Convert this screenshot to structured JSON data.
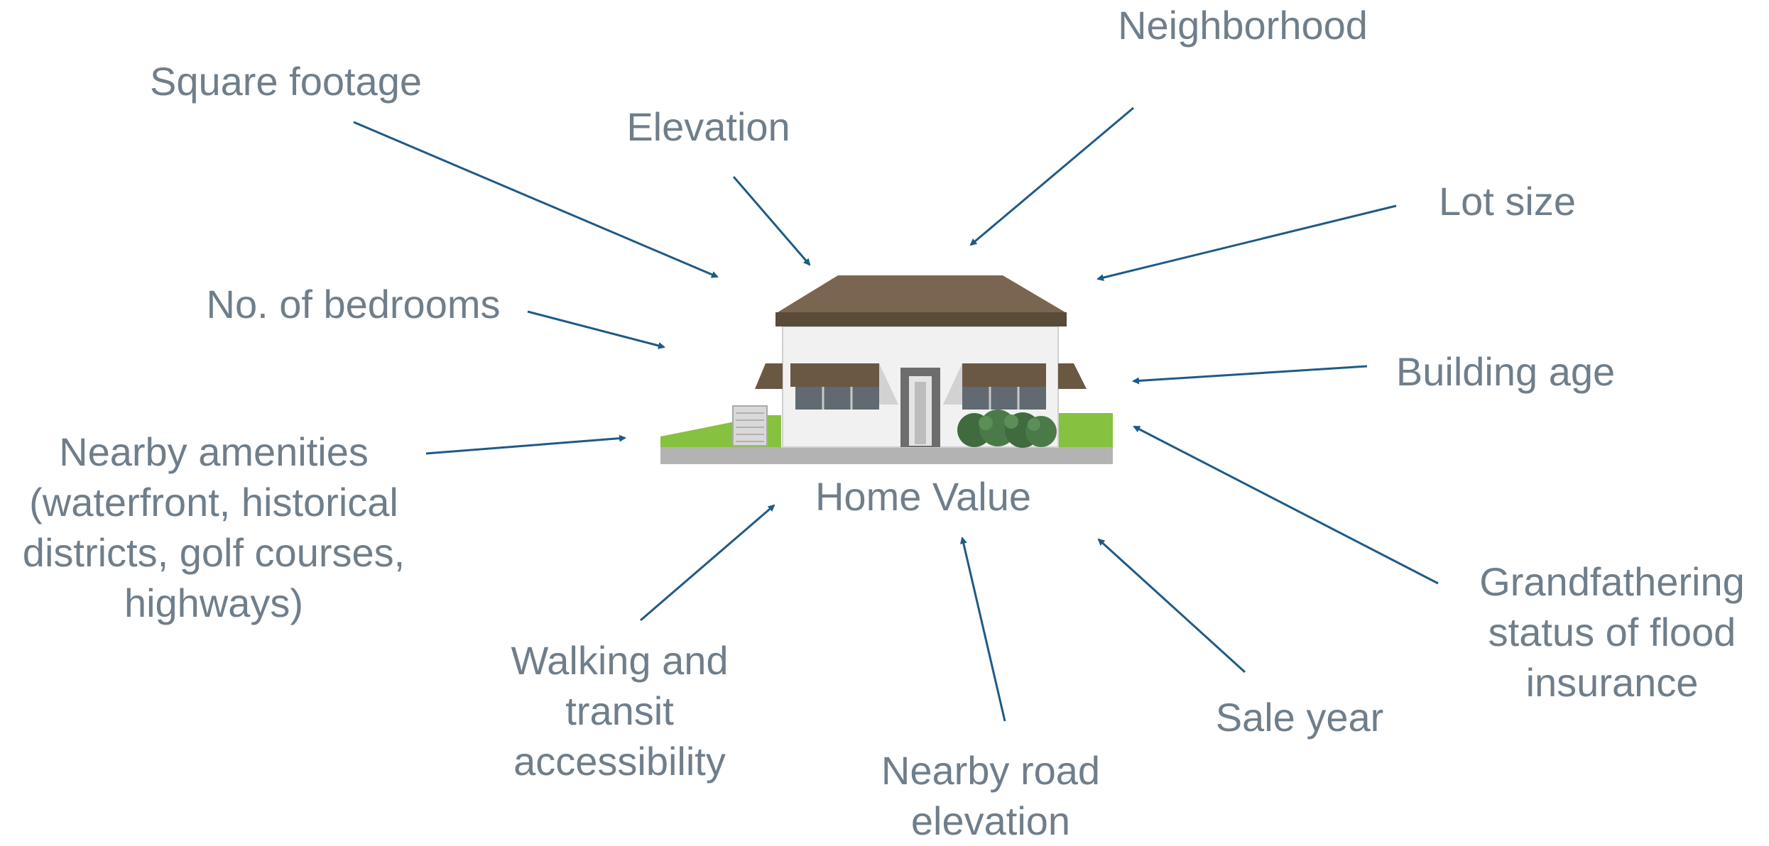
{
  "center_label": "Home Value",
  "factors": {
    "square_footage": "Square footage",
    "elevation": "Elevation",
    "neighborhood": "Neighborhood",
    "lot_size": "Lot size",
    "bedrooms": "No. of bedrooms",
    "building_age": "Building age",
    "amenities": "Nearby amenities\n(waterfront, historical\ndistricts, golf courses,\nhighways)",
    "grandfathering": "Grandfathering\nstatus of flood\ninsurance",
    "walking": "Walking and\ntransit\naccessibility",
    "road_elevation": "Nearby road\nelevation",
    "sale_year": "Sale year"
  },
  "colors": {
    "arrow": "#1f5a85",
    "text": "#6f7e8a",
    "roof": "#7a6650",
    "grass": "#86c140",
    "ground": "#b5b5b5",
    "wall": "#f1f1f1"
  }
}
